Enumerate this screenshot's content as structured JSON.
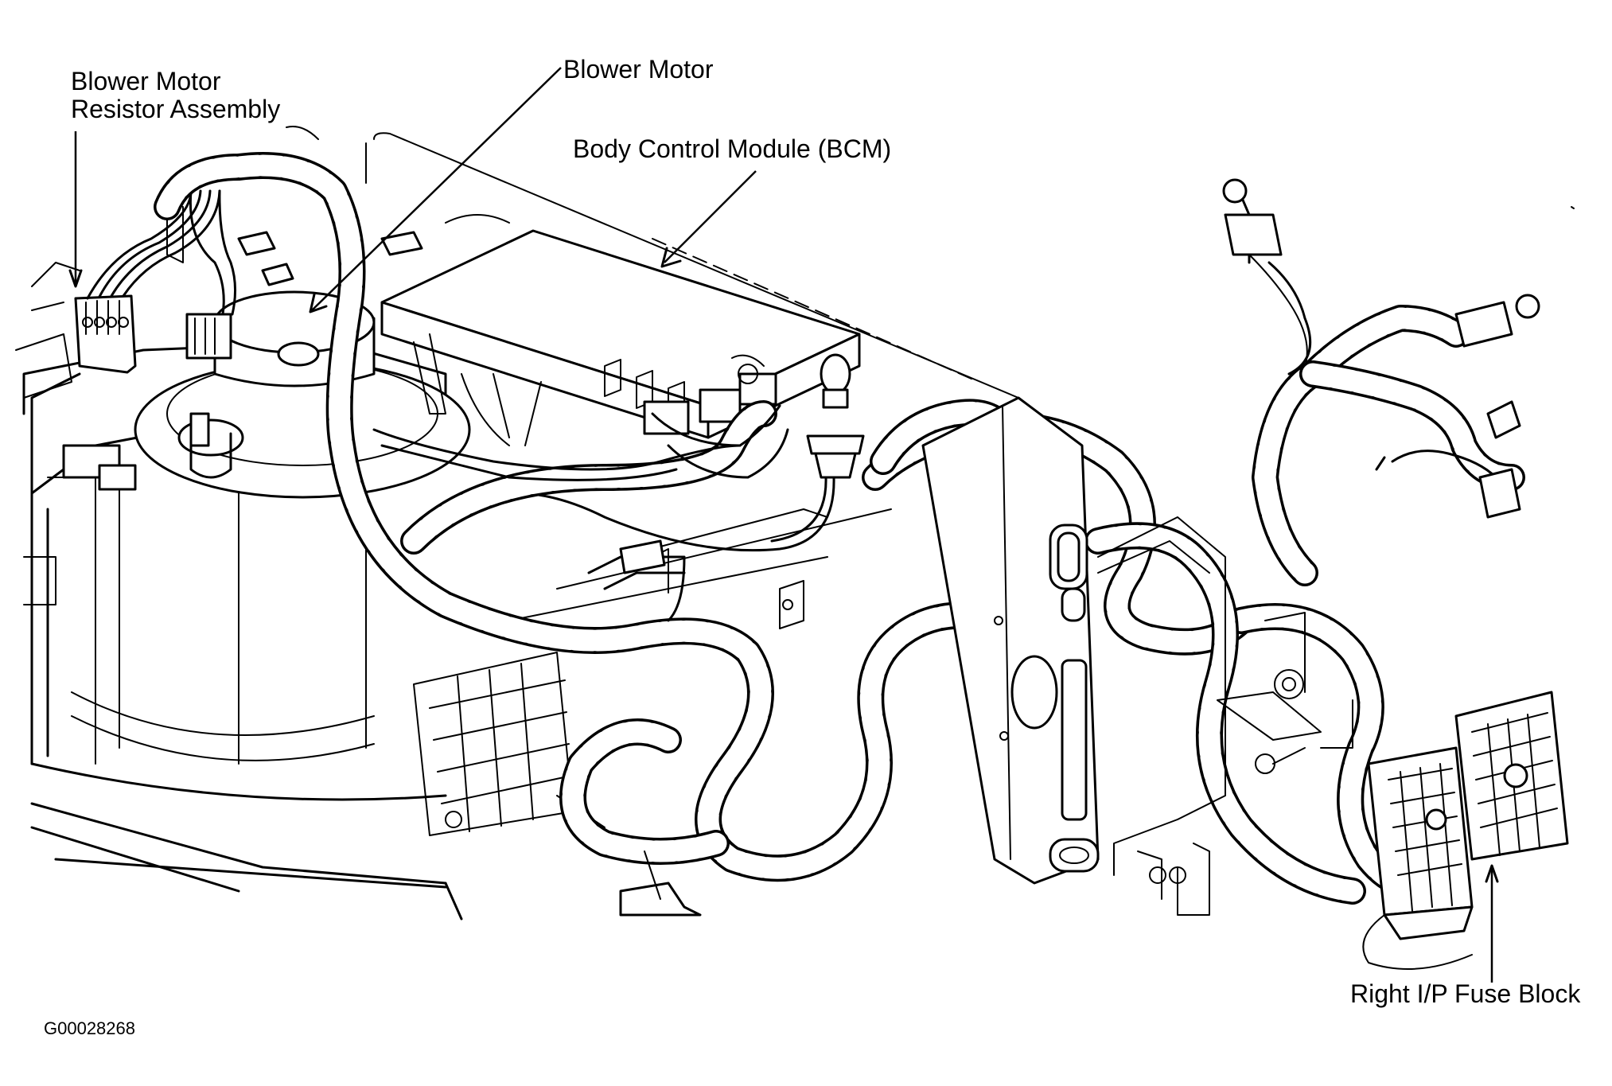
{
  "labels": {
    "resistor_line1": "Blower Motor",
    "resistor_line2": "Resistor Assembly",
    "blower_motor": "Blower Motor",
    "bcm": "Body Control Module (BCM)",
    "fuse_block": "Right I/P Fuse Block",
    "figure_code": "G00028268"
  }
}
